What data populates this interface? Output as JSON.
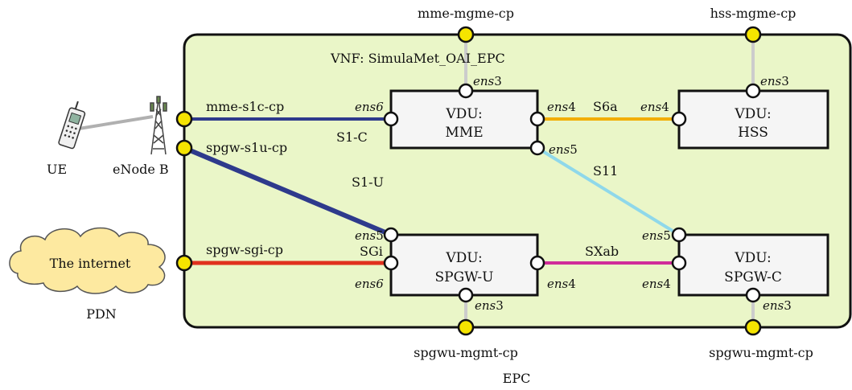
{
  "vnf_title": "VNF: SimulaMet_OAI_EPC",
  "epc_label": "EPC",
  "pdn_label": "PDN",
  "internet_label": "The internet",
  "ue_label": "UE",
  "enodeb_label": "eNode B",
  "vdus": {
    "mme": {
      "line1": "VDU:",
      "line2": "MME"
    },
    "hss": {
      "line1": "VDU:",
      "line2": "HSS"
    },
    "spgwu": {
      "line1": "VDU:",
      "line2": "SPGW-U"
    },
    "spgwc": {
      "line1": "VDU:",
      "line2": "SPGW-C"
    }
  },
  "connection_points": {
    "mme_mgmt": "mme-mgme-cp",
    "hss_mgmt": "hss-mgme-cp",
    "mme_s1c": "mme-s1c-cp",
    "spgw_s1u": "spgw-s1u-cp",
    "spgw_sgi": "spgw-sgi-cp",
    "spgwu_mgmt": "spgwu-mgmt-cp",
    "spgwc_mgmt": "spgwu-mgmt-cp"
  },
  "interfaces": {
    "s1c": "S1-C",
    "s1u": "S1-U",
    "s6a": "S6a",
    "s11": "S11",
    "sgi": "SGi",
    "sxab": "SXab"
  },
  "ports": {
    "ens_prefix": "ens",
    "mme_top": "3",
    "mme_left": "6",
    "mme_right": "4",
    "mme_bottom": "5",
    "hss_top": "3",
    "hss_left": "4",
    "spgwu_top_left": "5",
    "spgwu_left": "6",
    "spgwu_right": "4",
    "spgwu_bottom": "3",
    "spgwc_top_left": "5",
    "spgwc_left": "4",
    "spgwc_bottom": "3"
  },
  "colors": {
    "background_panel": "#eaf6c8",
    "s1c_line": "#2e3a8c",
    "s1u_line": "#2e3a8c",
    "s6a_line": "#f2ae00",
    "s11_line": "#8fd8ea",
    "sgi_line": "#e0301e",
    "sxab_line": "#d02c9a",
    "mgmt_line": "#cccccc",
    "connection_point": "#f5e400",
    "vdu_fill": "#f5f5f5",
    "cloud_fill": "#fde9a0"
  }
}
